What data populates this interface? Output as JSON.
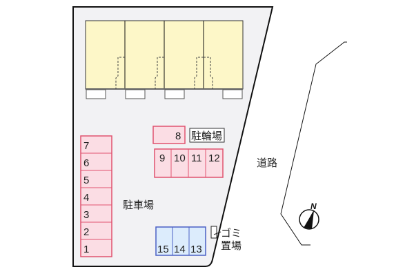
{
  "map": {
    "type": "site-plan",
    "labels": {
      "parking_lot": "駐車場",
      "bicycle_parking": "駐輪場",
      "road": "道路",
      "garbage_line1": "ゴミ",
      "garbage_line2": "置場",
      "north": "N"
    },
    "parking_left": [
      "7",
      "6",
      "5",
      "4",
      "3",
      "2",
      "1"
    ],
    "parking_top_single": "8",
    "parking_mid": [
      "9",
      "10",
      "11",
      "12"
    ],
    "parking_bottom": [
      "15",
      "14",
      "13"
    ],
    "colors": {
      "lot_fill": "#f2f2f4",
      "building_fill": "#fdf7c8",
      "parking_red_fill": "#fbdde4",
      "parking_red_stroke": "#e0536f",
      "parking_blue_fill": "#dcecfc",
      "parking_blue_stroke": "#4a5fc4"
    }
  }
}
